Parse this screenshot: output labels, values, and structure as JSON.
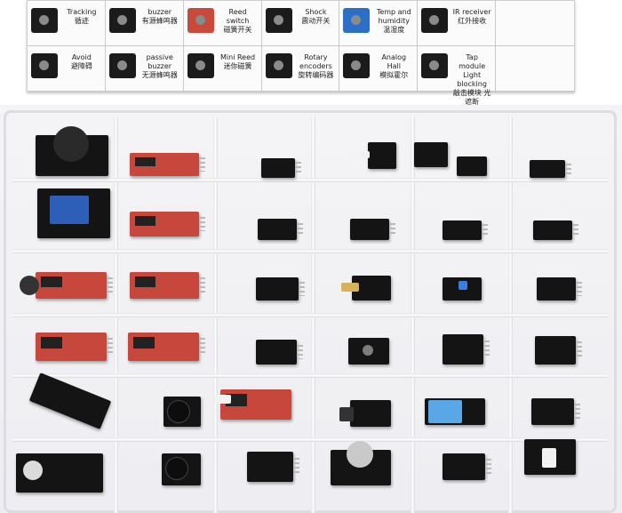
{
  "legend": {
    "cells": [
      {
        "en": "Tracking",
        "zh": "循迹"
      },
      {
        "en": "buzzer",
        "zh": "有源蜂鸣器"
      },
      {
        "en": "Reed switch",
        "zh": "磁簧开关"
      },
      {
        "en": "Shock",
        "zh": "震动开关"
      },
      {
        "en": "Temp and humidity",
        "zh": "温湿度"
      },
      {
        "en": "IR receiver",
        "zh": "红外接收"
      },
      {
        "en": "",
        "zh": ""
      },
      {
        "en": "Avoid",
        "zh": "避障碍"
      },
      {
        "en": "passive buzzer",
        "zh": "无源蜂鸣器"
      },
      {
        "en": "Mini Reed",
        "zh": "迷你磁簧"
      },
      {
        "en": "Rotary encoders",
        "zh": "旋转编码器"
      },
      {
        "en": "Analog Hall",
        "zh": "模拟霍尔"
      },
      {
        "en": "Tap module Light blocking",
        "zh": "敲击模块 光遮断"
      },
      {
        "en": "",
        "zh": ""
      }
    ]
  },
  "colors": {
    "module_black": "#141414",
    "module_red": "#c8473c",
    "relay_blue": "#2d5fb8",
    "dht_blue": "#5aa7e8",
    "box_plastic": "#eeeef2"
  }
}
